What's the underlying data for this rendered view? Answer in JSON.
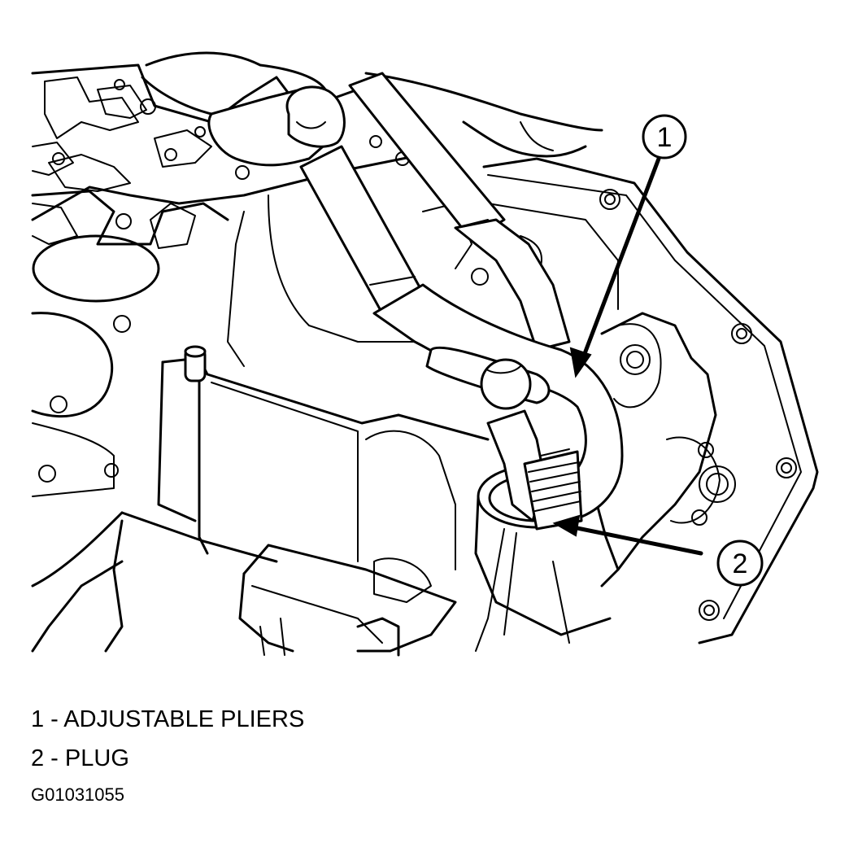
{
  "callouts": [
    {
      "number": "1"
    },
    {
      "number": "2"
    }
  ],
  "legend": [
    {
      "text": "1 - ADJUSTABLE PLIERS"
    },
    {
      "text": "2 - PLUG"
    }
  ],
  "figure_code": "G01031055"
}
